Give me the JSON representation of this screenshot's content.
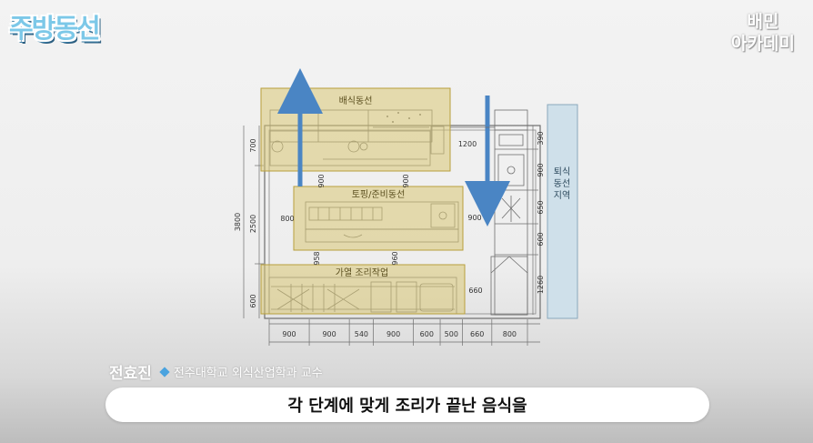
{
  "overlay": {
    "show_logo": "주방동선",
    "brand_logo_line1": "배민",
    "brand_logo_line2": "아카데미"
  },
  "diagram": {
    "zone_service": "배식동선",
    "zone_prep": "토핑/준비동선",
    "zone_cook": "가열 조리작업",
    "zone_exit": [
      "퇴식",
      "동선",
      "지역"
    ],
    "dim_left": [
      "700",
      "2500",
      "600"
    ],
    "dim_total": "3800",
    "dim_bottom": [
      "900",
      "900",
      "540",
      "900",
      "600",
      "500",
      "660",
      "800"
    ],
    "dim_right": [
      "390",
      "900",
      "650",
      "600",
      "1260"
    ],
    "dim_inner": {
      "top_gap": "1200",
      "prep_left": "800",
      "prep_right": "900",
      "col1": "900",
      "col2": "900",
      "aisle_a": "958",
      "aisle_b": "960",
      "cook_right": "660"
    },
    "colors": {
      "zone_fill": "#d9c774",
      "zone_stroke": "#b89f3c",
      "arrow": "#4a85c4",
      "exit_fill": "#cfe0ea",
      "exit_stroke": "#8aa8bc",
      "line": "#6e6e6e",
      "dim_text": "#333333"
    }
  },
  "speaker": {
    "name": "전효진",
    "title": "전주대학교 외식산업학과 교수"
  },
  "subtitle": "각 단계에 맞게 조리가 끝난 음식을"
}
